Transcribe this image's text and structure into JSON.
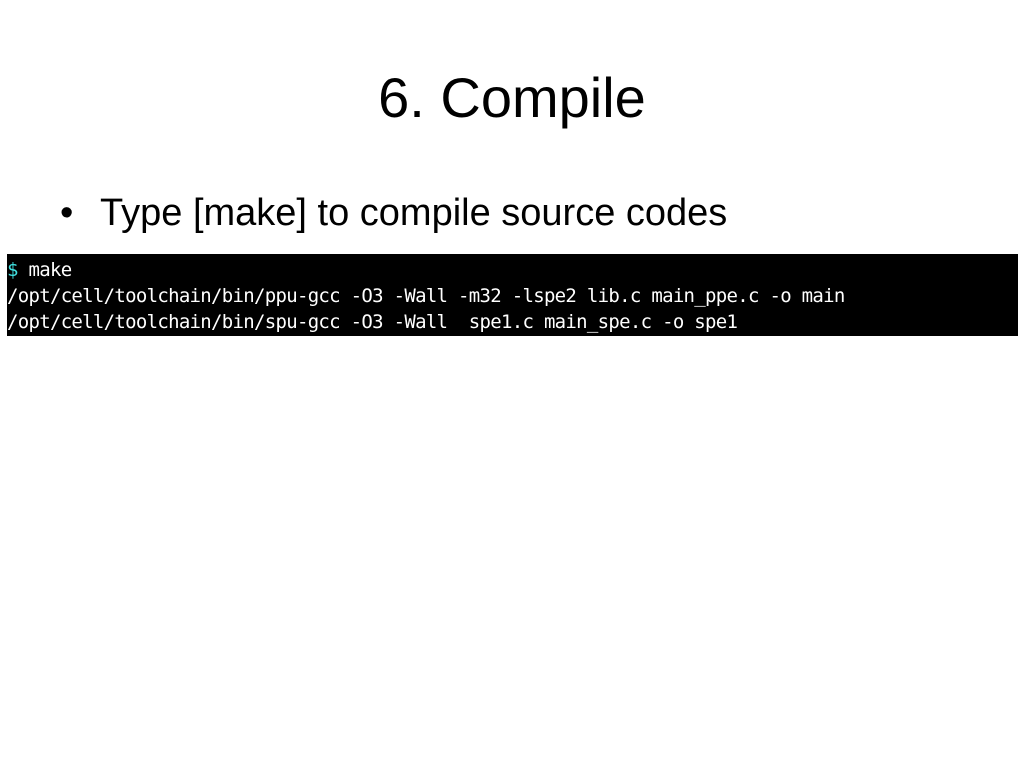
{
  "slide": {
    "title": "6. Compile",
    "bullets": [
      {
        "mark": "•",
        "text": "Type [make] to compile source codes"
      }
    ]
  },
  "terminal": {
    "prompt_symbol": "$",
    "command": " make",
    "output_lines": [
      "/opt/cell/toolchain/bin/ppu-gcc -O3 -Wall -m32 -lspe2 lib.c main_ppe.c -o main",
      "/opt/cell/toolchain/bin/spu-gcc -O3 -Wall  spe1.c main_spe.c -o spe1"
    ],
    "colors": {
      "background": "#000000",
      "text": "#ffffff",
      "prompt": "#40e0e0"
    }
  }
}
